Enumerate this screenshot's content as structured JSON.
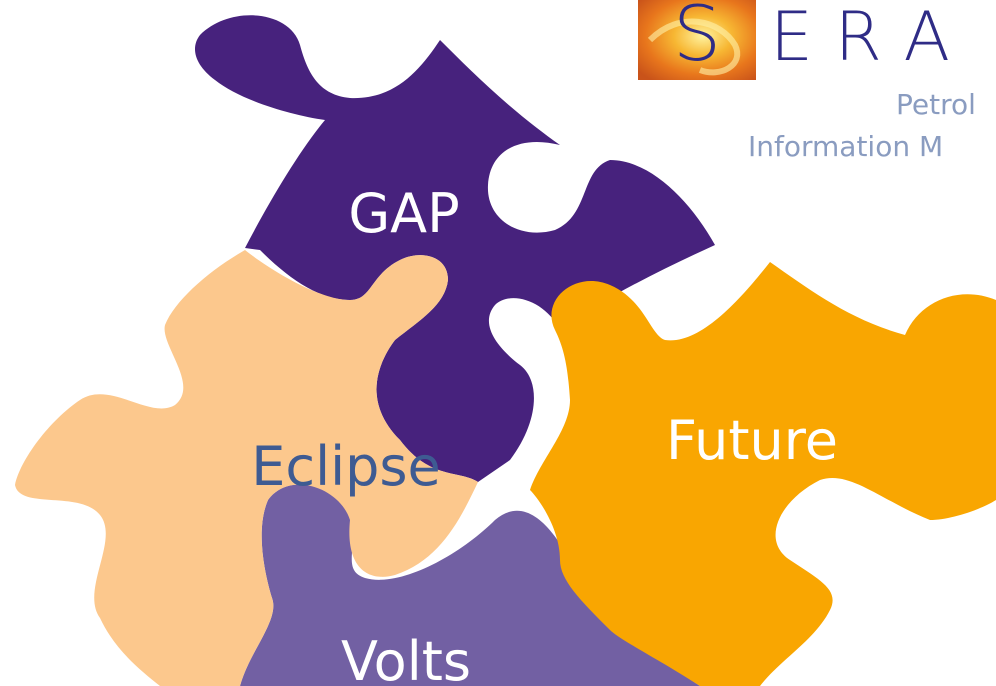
{
  "brand": {
    "logo_letter": "S",
    "name_rest": "E R A",
    "tagline_line1": "Petrol",
    "tagline_line2": "Information M"
  },
  "pieces": {
    "gap": {
      "label": "GAP"
    },
    "eclipse": {
      "label": "Eclipse"
    },
    "future": {
      "label": "Future"
    },
    "volts": {
      "label": "Volts"
    }
  },
  "colors": {
    "gap": "#47227d",
    "eclipse": "#fcc88d",
    "future": "#f9a601",
    "volts": "#7260a3",
    "eclipse_text": "#3e5b92",
    "brand_text": "#2f2c86",
    "tagline_text": "#8a9cc0",
    "logo_orange": "#f5a623",
    "logo_glow": "#ffe07a"
  }
}
